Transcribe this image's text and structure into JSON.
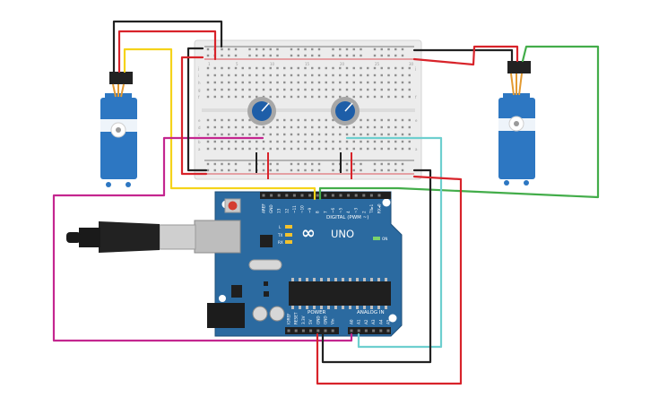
{
  "board": {
    "logo": "∞",
    "name": "UNO",
    "digital_header": "DIGITAL (PWM ~)",
    "digital_pins": [
      "AREF",
      "GND",
      "13",
      "12",
      "~11",
      "~10",
      "~9",
      "8",
      "7",
      "~6",
      "~5",
      "4",
      "~3",
      "2",
      "TX▸1",
      "RX◂0"
    ],
    "power_header": "POWER",
    "power_pins": [
      "IOREF",
      "RESET",
      "3.3V",
      "5V",
      "GND",
      "GND",
      "Vin"
    ],
    "analog_header": "ANALOG IN",
    "analog_pins": [
      "A0",
      "A1",
      "A2",
      "A3",
      "A4",
      "A5"
    ],
    "leds": [
      "L",
      "TX",
      "RX"
    ],
    "on_label": "ON"
  },
  "breadboard": {
    "rows_top": [
      "j",
      "i",
      "h",
      "g",
      "f"
    ],
    "rows_bottom": [
      "e",
      "d",
      "c",
      "b",
      "a"
    ],
    "column_numbers": [
      "1",
      "5",
      "10",
      "15",
      "20",
      "25",
      "30"
    ]
  },
  "colors": {
    "board": "#2b6aa0",
    "servo": "#2d77c2",
    "wire_red": "#d8232a",
    "wire_black": "#222222",
    "wire_yellow": "#f5d31a",
    "wire_green": "#43ad4a",
    "wire_magenta": "#c4268f",
    "wire_cyan": "#6ecfcf"
  }
}
